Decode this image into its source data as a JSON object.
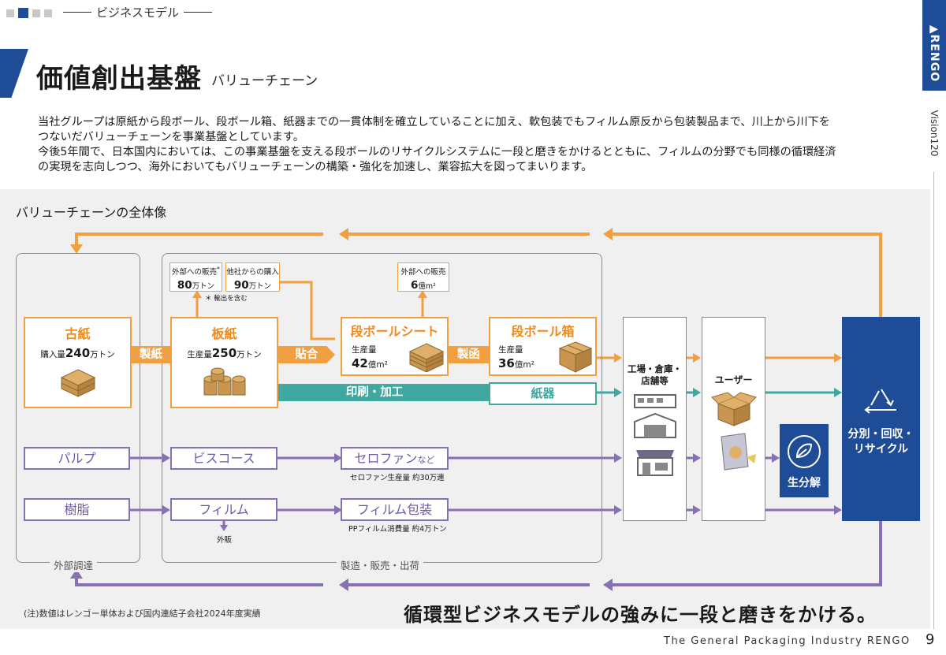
{
  "header": {
    "section": "ビジネスモデル",
    "title": "価値創出基盤",
    "subtitle": "バリューチェーン",
    "brand": "RENGO",
    "vision": "Vision120"
  },
  "intro": {
    "line1": "当社グループは原紙から段ボール、段ボール箱、紙器までの一貫体制を確立していることに加え、軟包装でもフィルム原反から包装製品まで、川上から川下を",
    "line2": "つないだバリューチェーンを事業基盤としています。",
    "line3": "今後5年間で、日本国内においては、この事業基盤を支える段ボールのリサイクルシステムに一段と磨きをかけるとともに、フィルムの分野でも同様の循環経済",
    "line4": "の実現を志向しつつ、海外においてもバリューチェーンの構築・強化を加速し、業容拡大を図ってまいります。"
  },
  "diagram": {
    "title": "バリューチェーンの全体像",
    "group_external": "外部調達",
    "group_manufacturing": "製造・販売・出荷",
    "kosi": {
      "title": "古紙",
      "label": "購入量",
      "value": "240",
      "unit": "万トン"
    },
    "itagami": {
      "title": "板紙",
      "label": "生産量",
      "value": "250",
      "unit": "万トン"
    },
    "ext_sales": {
      "title": "外部への販売",
      "mark": "*",
      "value": "80",
      "unit": "万トン",
      "note": "＊ 輸出を含む"
    },
    "purchase": {
      "title": "他社からの購入",
      "value": "90",
      "unit": "万トン"
    },
    "sheet": {
      "title": "段ボールシート",
      "label": "生産量",
      "value": "42",
      "unit": "億m²"
    },
    "sheet_sales": {
      "title": "外部への販売",
      "value": "6",
      "unit": "億m²"
    },
    "box": {
      "title": "段ボール箱",
      "label": "生産量",
      "value": "36",
      "unit": "億m²"
    },
    "chips": {
      "seishi": "製紙",
      "harigo": "貼合",
      "seikan": "製函",
      "insatsu": "印刷・加工"
    },
    "shiki": "紙器",
    "pulp": "パルプ",
    "viscose": "ビスコース",
    "cellophane": {
      "title": "セロファン",
      "suffix": "など",
      "note": "セロファン生産量 約30万連"
    },
    "resin": "樹脂",
    "film": {
      "title": "フィルム",
      "note": "外販"
    },
    "film_pack": {
      "title": "フィルム包装",
      "note": "PPフィルム消費量 約4万トン"
    },
    "factory": {
      "line1": "工場・倉庫・",
      "line2": "店舗等"
    },
    "user": "ユーザー",
    "bio": "生分解",
    "recycle": {
      "line1": "分別・回収・",
      "line2": "リサイクル"
    }
  },
  "footer": {
    "note": "(注)数値はレンゴー単体および国内連結子会社2024年度実績",
    "slogan": "循環型ビジネスモデルの強みに一段と磨きをかける。",
    "company": "The General Packaging Industry RENGO",
    "page": "9"
  },
  "colors": {
    "brand_blue": "#1f4c96",
    "orange": "#f0a040",
    "purple": "#8870b5",
    "teal": "#3fa8a0"
  }
}
